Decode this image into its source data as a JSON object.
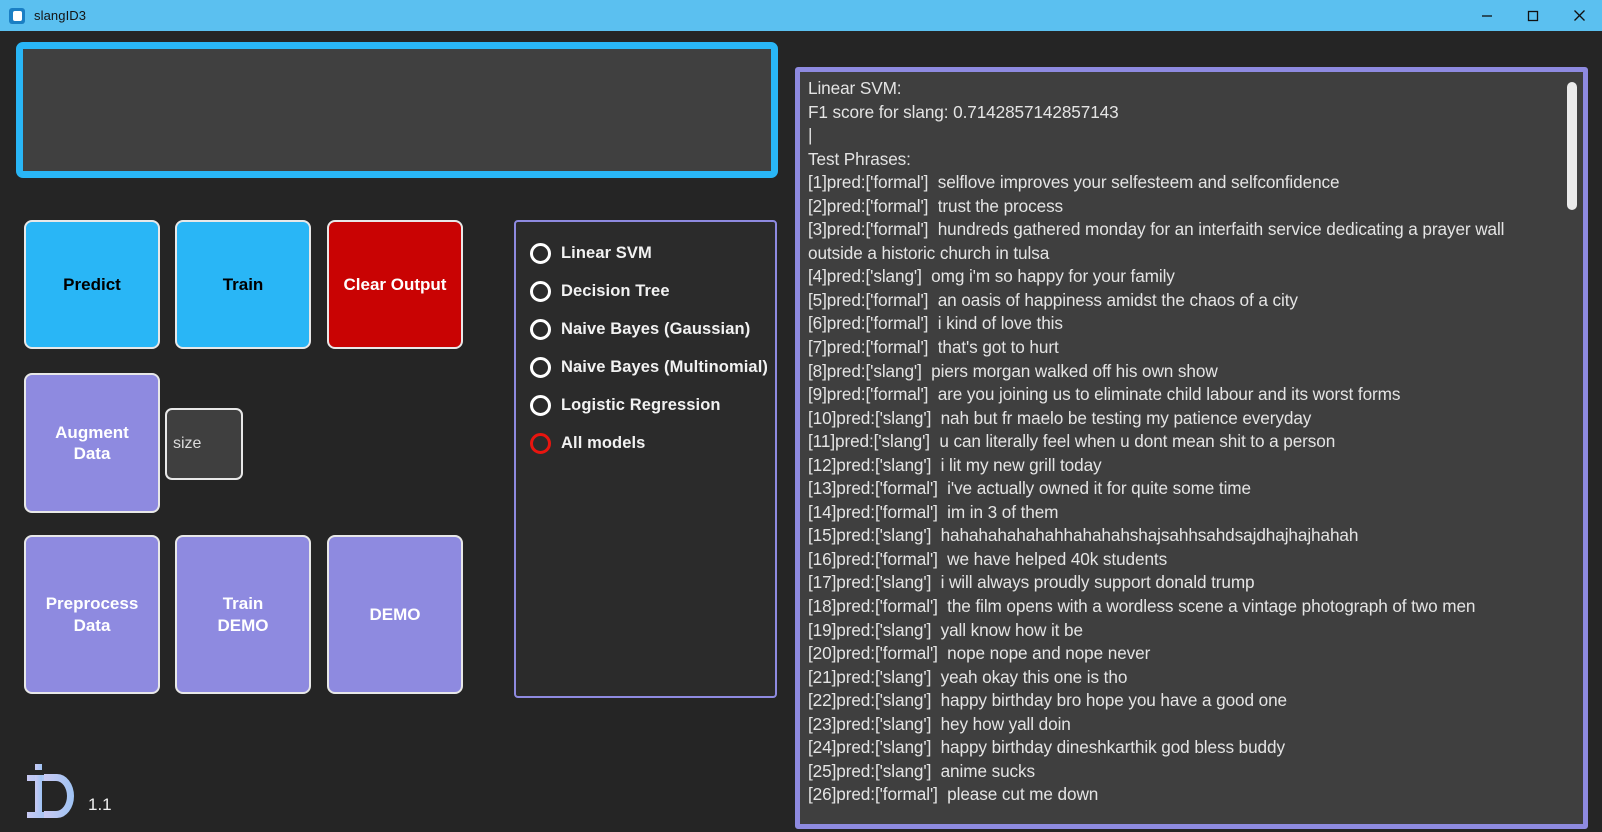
{
  "window": {
    "title": "slangID3",
    "icon": "app-square-icon",
    "controls": {
      "minimize": "minimize-icon",
      "maximize": "maximize-icon",
      "close": "close-icon"
    },
    "titlebar_color": "#5bc0f0"
  },
  "input": {
    "value": "",
    "placeholder": ""
  },
  "buttons": {
    "predict": "Predict",
    "train": "Train",
    "clear_output": "Clear Output",
    "augment_data": "Augment\nData",
    "preprocess_data": "Preprocess\nData",
    "train_demo": "Train\nDEMO",
    "demo": "DEMO"
  },
  "size_field": {
    "value": "",
    "placeholder": "size"
  },
  "models": {
    "selected": "All models",
    "options": [
      {
        "label": "Linear SVM",
        "selected": false
      },
      {
        "label": "Decision Tree",
        "selected": false
      },
      {
        "label": "Naive Bayes (Gaussian)",
        "selected": false
      },
      {
        "label": "Naive Bayes (Multinomial)",
        "selected": false
      },
      {
        "label": "Logistic Regression",
        "selected": false
      },
      {
        "label": "All models",
        "selected": true
      }
    ]
  },
  "logo": {
    "mark": "iD",
    "version": "1.1"
  },
  "output": {
    "model_heading": "Linear SVM:",
    "f1_line": "F1 score for slang: 0.7142857142857143",
    "cursor_line": "|",
    "section_heading": "Test Phrases:",
    "predictions": [
      {
        "index": 1,
        "pred": "formal",
        "text": "selflove improves your selfesteem and selfconfidence"
      },
      {
        "index": 2,
        "pred": "formal",
        "text": "trust the process"
      },
      {
        "index": 3,
        "pred": "formal",
        "text": "hundreds gathered monday for an interfaith service dedicating a prayer wall outside a historic church in tulsa"
      },
      {
        "index": 4,
        "pred": "slang",
        "text": "omg i'm so happy for your family"
      },
      {
        "index": 5,
        "pred": "formal",
        "text": "an oasis of happiness amidst the chaos of a city"
      },
      {
        "index": 6,
        "pred": "formal",
        "text": "i kind of love this"
      },
      {
        "index": 7,
        "pred": "formal",
        "text": "that's got to hurt"
      },
      {
        "index": 8,
        "pred": "slang",
        "text": "piers morgan walked off his own show"
      },
      {
        "index": 9,
        "pred": "formal",
        "text": "are you joining us to eliminate child labour and its worst forms"
      },
      {
        "index": 10,
        "pred": "slang",
        "text": "nah but fr maelo be testing my patience everyday"
      },
      {
        "index": 11,
        "pred": "slang",
        "text": "u can literally feel when u dont mean shit to a person"
      },
      {
        "index": 12,
        "pred": "slang",
        "text": "i lit my new grill today"
      },
      {
        "index": 13,
        "pred": "formal",
        "text": "i've actually owned it for quite some time"
      },
      {
        "index": 14,
        "pred": "formal",
        "text": "im in 3 of them"
      },
      {
        "index": 15,
        "pred": "slang",
        "text": "hahahahahahahhahahahshajsahhsahdsajdhajhajhahah"
      },
      {
        "index": 16,
        "pred": "formal",
        "text": "we have helped 40k students"
      },
      {
        "index": 17,
        "pred": "slang",
        "text": "i will always proudly support donald trump"
      },
      {
        "index": 18,
        "pred": "formal",
        "text": "the film opens with a wordless scene a vintage photograph of two men"
      },
      {
        "index": 19,
        "pred": "slang",
        "text": "yall know how it be"
      },
      {
        "index": 20,
        "pred": "formal",
        "text": "nope nope and nope never"
      },
      {
        "index": 21,
        "pred": "slang",
        "text": "yeah okay this one is tho"
      },
      {
        "index": 22,
        "pred": "slang",
        "text": "happy birthday bro hope you have a good one"
      },
      {
        "index": 23,
        "pred": "slang",
        "text": "hey how yall doin"
      },
      {
        "index": 24,
        "pred": "slang",
        "text": "happy birthday dineshkarthik god bless buddy"
      },
      {
        "index": 25,
        "pred": "slang",
        "text": "anime sucks"
      },
      {
        "index": 26,
        "pred": "formal",
        "text": "please cut me down"
      }
    ]
  },
  "colors": {
    "accent_blue": "#29b6f6",
    "accent_purple": "#8e8ae0",
    "accent_red": "#c90303",
    "radio_selected": "#e8150f",
    "background": "#252525",
    "panel": "#3f3f3f"
  }
}
